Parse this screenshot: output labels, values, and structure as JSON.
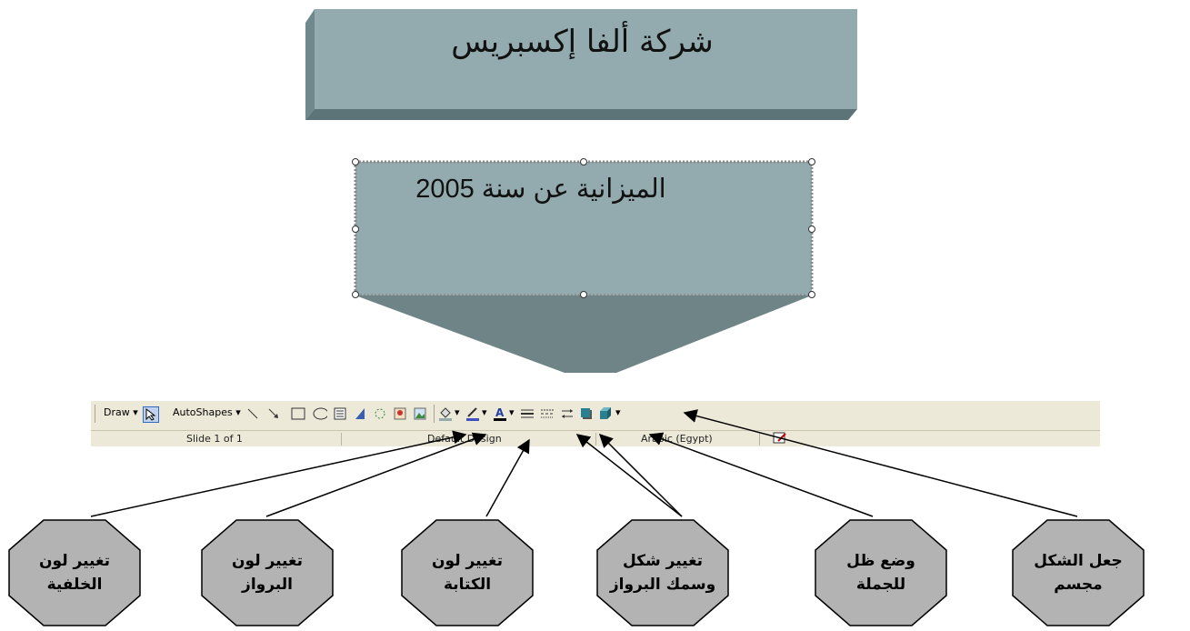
{
  "slide": {
    "title": "شركة ألفا إكسبريس",
    "budget_label": "الميزانية عن سنة 2005"
  },
  "toolbar": {
    "draw_label": "Draw",
    "autoshapes_label": "AutoShapes",
    "icons": [
      "pointer-icon",
      "line-icon",
      "arrow-icon",
      "rectangle-icon",
      "oval-icon",
      "textbox-icon",
      "wordart-icon",
      "diagram-icon",
      "clipart-icon",
      "picture-icon",
      "fill-color-icon",
      "line-color-icon",
      "font-color-icon",
      "line-style-icon",
      "dash-style-icon",
      "arrow-style-icon",
      "shadow-icon",
      "3d-icon"
    ]
  },
  "status_bar": {
    "slide_info": "Slide 1 of 1",
    "design": "Default Design",
    "language": "Arabic (Egypt)"
  },
  "callouts": [
    {
      "line1": "تغيير لون",
      "line2": "الخلفية"
    },
    {
      "line1": "تغيير لون",
      "line2": "البرواز"
    },
    {
      "line1": "تغيير لون",
      "line2": "الكتابة"
    },
    {
      "line1": "تغيير شكل",
      "line2": "وسمك البرواز"
    },
    {
      "line1": "وضع ظل",
      "line2": "للجملة"
    },
    {
      "line1": "جعل الشكل",
      "line2": "مجسم"
    }
  ],
  "colors": {
    "box_face": "#93abae",
    "box_dark": "#5f7b80",
    "arrow_fill": "#6f8487",
    "callout_fill": "#b3b3b3",
    "toolbar_bg": "#ece9d8"
  }
}
